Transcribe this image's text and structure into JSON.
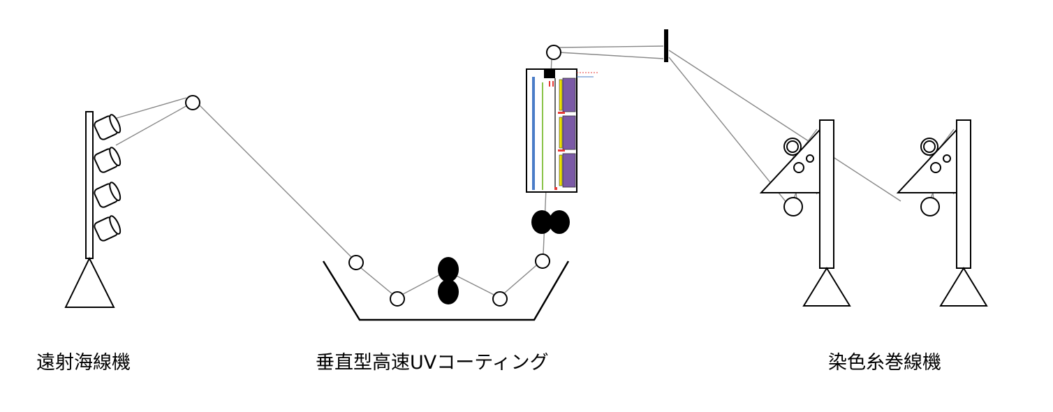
{
  "labels": {
    "payoff_machine": "遠射海線機",
    "coating_unit": "垂直型高速UVコーティング",
    "takeup_machine": "染色糸巻線機"
  },
  "colors": {
    "line": "#000000",
    "thread": "#888888",
    "lamp_purple": "#7b5aa6",
    "lamp_yellow": "#f2e600",
    "blue_tube": "#4a7cc7",
    "green_tube": "#8bc34a",
    "red_tab": "#e53935"
  }
}
